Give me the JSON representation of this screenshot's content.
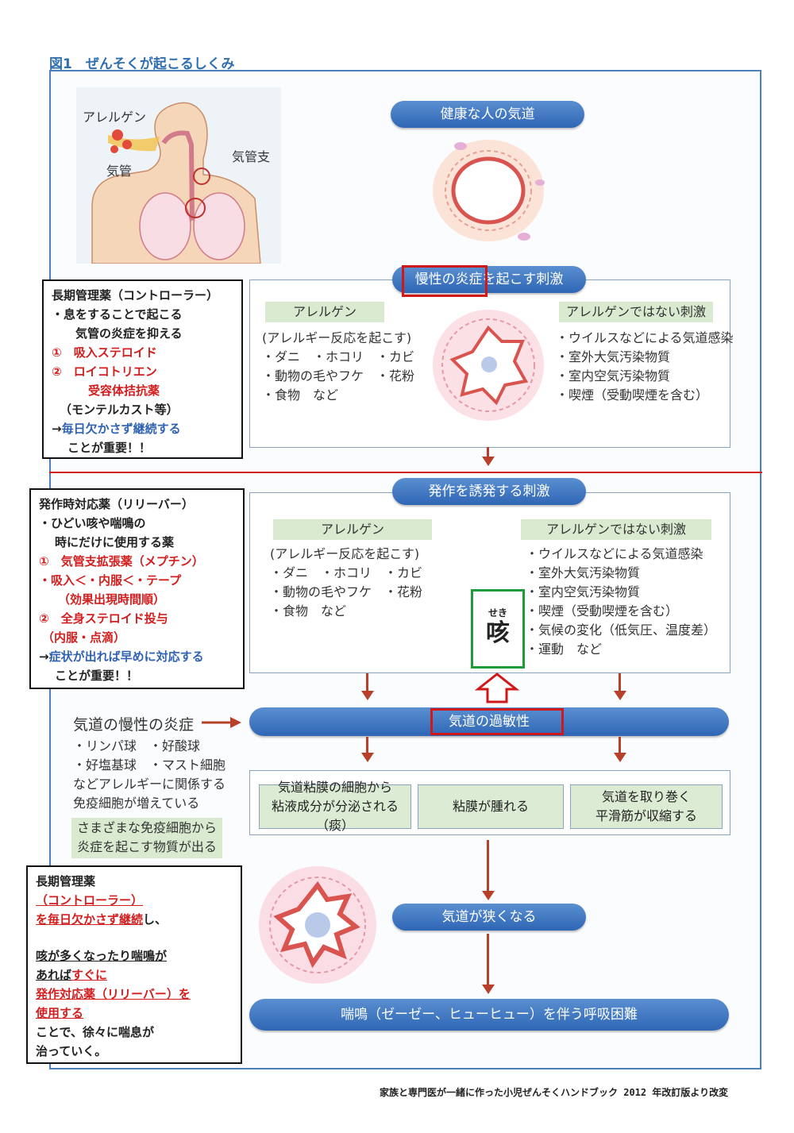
{
  "figure_title": "図1　ぜんそくが起こるしくみ",
  "anatomy": {
    "allergen": "アレルゲン",
    "trachea": "気管",
    "bronchus": "気管支"
  },
  "healthy_airway": "健康な人の気道",
  "chronic": {
    "heading_highlight": "慢性の炎症",
    "heading_rest": "を起こす刺激",
    "allergen_label": "アレルゲン",
    "allergen_items": [
      "(アレルギー反応を起こす)",
      "・ダニ　・ホコリ　・カビ",
      "・動物の毛やフケ　・花粉",
      "・食物　など"
    ],
    "nonallergen_label": "アレルゲンではない刺激",
    "nonallergen_items": [
      "・ウイルスなどによる気道感染",
      "・室外大気汚染物質",
      "・室内空気汚染物質",
      "・喫煙（受動喫煙を含む）"
    ]
  },
  "controller_box": {
    "l1": "長期管理薬（コントローラー）",
    "l2": "・息をすることで起こる",
    "l3": "気管の炎症を抑える",
    "l4": "①　吸入ステロイド",
    "l5": "②　ロイコトリエン",
    "l6": "受容体拮抗薬",
    "l7a": "（モンテルカスト",
    "l7b": "等）",
    "l8a": "→",
    "l8b": "毎日欠かさず継続する",
    "l9": "ことが重要！！"
  },
  "attack": {
    "heading": "発作を誘発する刺激",
    "allergen_label": "アレルゲン",
    "allergen_items": [
      "(アレルギー反応を起こす)",
      "・ダニ　・ホコリ　・カビ",
      "・動物の毛やフケ　・花粉",
      "・食物　など"
    ],
    "nonallergen_label": "アレルゲンではない刺激",
    "nonallergen_items": [
      "・ウイルスなどによる気道感染",
      "・室外大気汚染物質",
      "・室内空気汚染物質",
      "・喫煙（受動喫煙を含む）",
      "・気候の変化（低気圧、温度差）",
      "・運動　など"
    ]
  },
  "reliever_box": {
    "l1": "発作時対応薬（リリーバー）",
    "l2": "・ひどい咳や喘鳴の",
    "l3": "時にだけに使用する薬",
    "l4": "①　気管支拡張薬（メプチン）",
    "l5": "・吸入＜・内服＜・テープ",
    "l6": "（効果出現時間順）",
    "l7": "②　全身ステロイド投与",
    "l8": "（内服・点滴）",
    "l9a": "→",
    "l9b": "症状が出れば早めに対応する",
    "l10": "ことが重要！！"
  },
  "cough": {
    "furigana": "せき",
    "kanji": "咳"
  },
  "inflammation": {
    "title": "気道の慢性の炎症",
    "items": [
      "・リンパ球　・好酸球",
      "・好塩基球　・マスト細胞",
      "などアレルギーに関係する",
      "免疫細胞が増えている"
    ],
    "note": [
      "さまざまな免疫細胞から",
      "炎症を起こす物質が出る"
    ]
  },
  "hyper": "気道の過敏性",
  "effects": [
    [
      "気道粘膜の細胞から",
      "粘液成分が分泌される（痰）"
    ],
    [
      "粘膜が腫れる"
    ],
    [
      "気道を取り巻く",
      "平滑筋が収縮する"
    ]
  ],
  "narrow": "気道が狭くなる",
  "wheeze": "喘鳴（ゼーゼー、ヒューヒュー）を伴う呼吸困難",
  "advice_box": {
    "l1": "長期管理薬",
    "l2": "（コントローラー）",
    "l3a": "を毎日欠かさず継続",
    "l3b": "し、",
    "l4": "咳が多くなったり喘鳴が",
    "l5a": "あれば",
    "l5b": "すぐに",
    "l6": "発作対応薬（リリーバー）を",
    "l7": "使用する",
    "l8": "ことで、徐々に喘息が",
    "l9": "治っていく。"
  },
  "source": "家族と専門医が一緒に作った小児ぜんそくハンドブック 2012 年改訂版より改変",
  "colors": {
    "pill_blue": "#2f66b5",
    "highlight_red": "#d21e1e",
    "green_box": "#1e9b3a",
    "arrow": "#b7402b"
  }
}
